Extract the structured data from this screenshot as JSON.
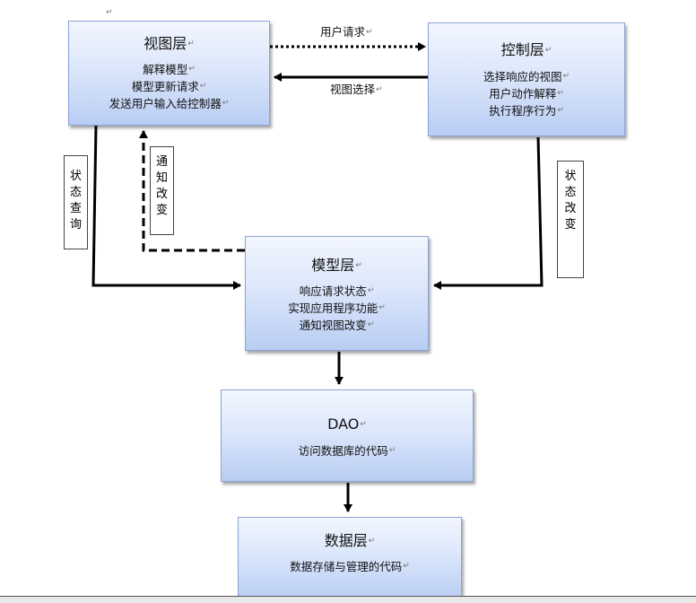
{
  "doc": {
    "para_mark": "↵"
  },
  "view_layer": {
    "title": "视图层",
    "lines": [
      "解释模型",
      "模型更新请求",
      "发送用户输入给控制器"
    ]
  },
  "controller_layer": {
    "title": "控制层",
    "lines": [
      "选择响应的视图",
      "用户动作解释",
      "执行程序行为"
    ]
  },
  "model_layer": {
    "title": "模型层",
    "lines": [
      "响应请求状态",
      "实现应用程序功能",
      "通知视图改变"
    ]
  },
  "dao_layer": {
    "title": "DAO",
    "lines": [
      "访问数据库的代码"
    ]
  },
  "data_layer": {
    "title": "数据层",
    "lines": [
      "数据存储与管理的代码"
    ]
  },
  "edges": {
    "user_request": "用户请求",
    "view_select": "视图选择",
    "state_query": "状\n态\n查\n询",
    "notify_change": "通\n知\n改\n变",
    "state_change": "状\n态\n改\n变"
  },
  "colors": {
    "box_border": "#8aa4d6",
    "box_fill_top": "#f2f6fe",
    "box_fill_bottom": "#b9cdf3",
    "arrow": "#000000"
  }
}
